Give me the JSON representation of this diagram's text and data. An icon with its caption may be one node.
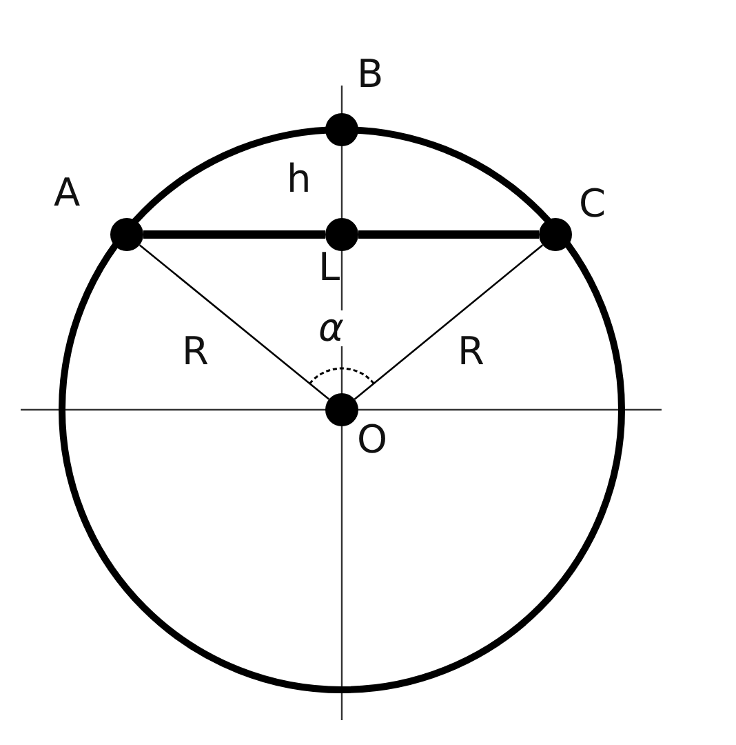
{
  "diagram": {
    "nodes": [
      {
        "text": [
          "B"
        ]
      },
      {
        "text": [
          "A"
        ]
      },
      {
        "text": [
          "L"
        ]
      },
      {
        "text": [
          "C"
        ]
      },
      {
        "text": [
          "O"
        ]
      }
    ],
    "edges": [
      {
        "from": 1,
        "to": 2,
        "arrow": "none",
        "style": "thick"
      },
      {
        "from": 2,
        "to": 3,
        "arrow": "none",
        "style": "thick"
      },
      {
        "from": 1,
        "to": 4,
        "arrow": "none"
      },
      {
        "from": 3,
        "to": 4,
        "arrow": "none"
      }
    ],
    "labels": [
      "h",
      "R",
      "α",
      "R"
    ]
  }
}
